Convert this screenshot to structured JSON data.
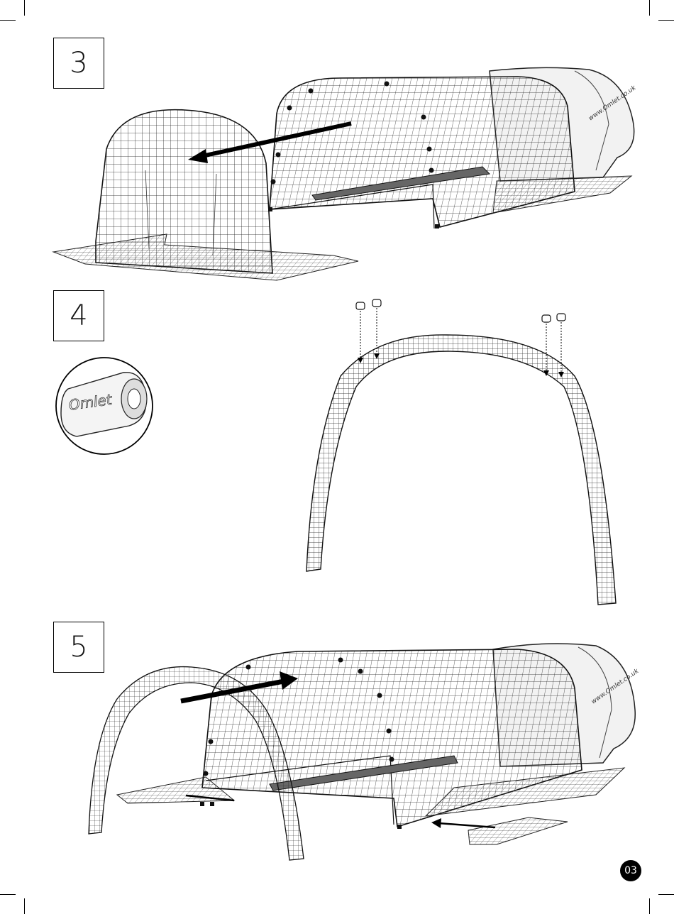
{
  "steps": [
    {
      "number": "3"
    },
    {
      "number": "4"
    },
    {
      "number": "5"
    }
  ],
  "clip_logo_text": "Omlet",
  "coop_logo_text": "www.Omlet.co.uk",
  "page_number": "03"
}
